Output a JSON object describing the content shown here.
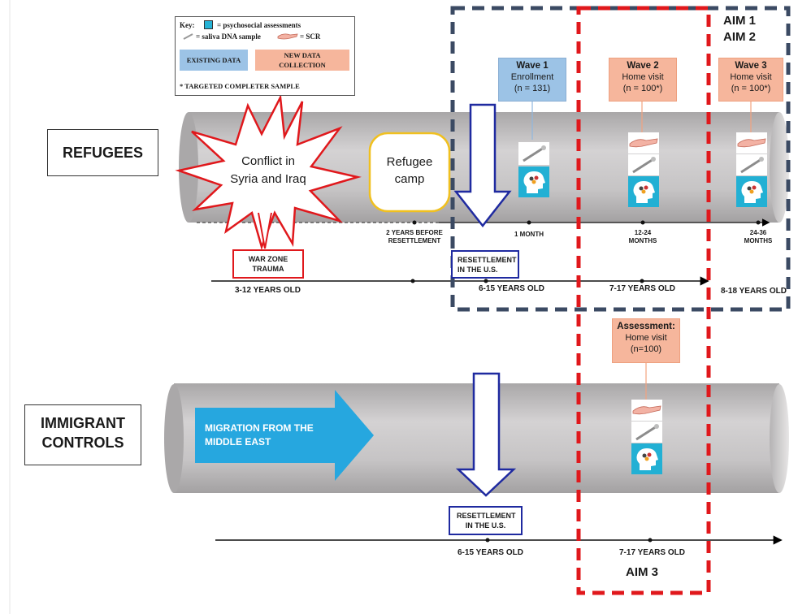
{
  "key": {
    "key_prefix": "Key:",
    "psychosocial": "= psychosocial assessments",
    "saliva": "= saliva DNA sample",
    "scr": "= SCR",
    "existing_data": "EXISTING DATA",
    "new_data": "NEW DATA COLLECTION",
    "targeted": "* TARGETED COMPLETER SAMPLE"
  },
  "colors": {
    "existing": "#9cc3e6",
    "new": "#f6b69c",
    "aim12_border": "#3b4a63",
    "aim3_border": "#e0181c",
    "resettlement_border": "#1f2aa0",
    "war_border": "#e0181c",
    "migration_arrow": "#26a7df",
    "bar": "#c9c7c8"
  },
  "aims": {
    "aim1": "AIM 1",
    "aim2": "AIM 2",
    "aim3": "AIM 3"
  },
  "groups": {
    "refugees": "REFUGEES",
    "immigrant": "IMMIGRANT CONTROLS"
  },
  "refugee_track": {
    "conflict": "Conflict in Syria and Iraq",
    "camp": "Refugee camp",
    "war_zone": "WAR ZONE TRAUMA",
    "resettlement": "RESETTLEMENT IN THE U.S.",
    "tick_two_years": "2 YEARS BEFORE RESETTLEMENT",
    "tick_1_month": "1 MONTH",
    "tick_12_24": "12-24 MONTHS",
    "tick_24_36": "24-36 MONTHS",
    "age1": "3-12 YEARS OLD",
    "age2": "6-15 YEARS OLD",
    "age3": "7-17 YEARS OLD",
    "age4": "8-18 YEARS OLD"
  },
  "waves": [
    {
      "title": "Wave 1",
      "line1": "Enrollment",
      "line2": "(n = 131)"
    },
    {
      "title": "Wave 2",
      "line1": "Home visit",
      "line2": "(n = 100*)"
    },
    {
      "title": "Wave 3",
      "line1": "Home visit",
      "line2": "(n = 100*)"
    }
  ],
  "immigrant_track": {
    "migration": "MIGRATION FROM THE MIDDLE EAST",
    "assessment_title": "Assessment:",
    "assessment_line1": "Home visit",
    "assessment_line2": "(n=100)",
    "resettlement": "RESETTLEMENT IN THE U.S.",
    "age1": "6-15 YEARS OLD",
    "age2": "7-17 YEARS OLD"
  },
  "icons": [
    "psychosocial-head-icon",
    "saliva-swab-icon",
    "scr-hand-icon"
  ]
}
